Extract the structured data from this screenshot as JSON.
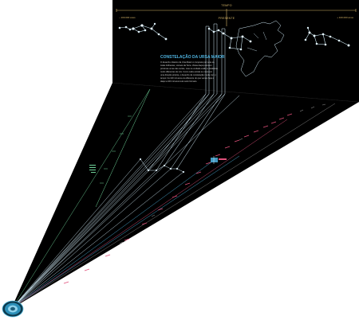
{
  "header": {
    "time_label": "TEMPO",
    "present_label": "PRESENTE",
    "past_label": "– 100.000 anos",
    "future_label": "+ 100.000 anos"
  },
  "panel": {
    "title": "CONSTELAÇÃO DA URSA MAIOR",
    "paragraph_lines": [
      "O desenho clássico da Ursa Maior é composto por sete es-",
      "trelas brilhantes, visíveis da Terra. Vistas daqui parecem",
      "próximas umas das outras, mas na verdade estão a distâncias",
      "muito diferentes de nós. Como cada estrela se move em",
      "uma direção própria, o desenho da constelação muda com o",
      "tempo: há 100 mil anos era diferente do que vemos hoje e",
      "daqui a 100 mil anos terá outro formato."
    ]
  },
  "colors": {
    "background": "#000000",
    "constellation": "#cfe9f5",
    "accent_blue": "#4fb3e0",
    "accent_pink": "#e0507a",
    "accent_green": "#6fd49a",
    "gold": "#d9b86a",
    "earth": "#2b8fb8"
  },
  "icons": {
    "earth": "earth-globe-icon",
    "map": "region-outline-icon"
  }
}
